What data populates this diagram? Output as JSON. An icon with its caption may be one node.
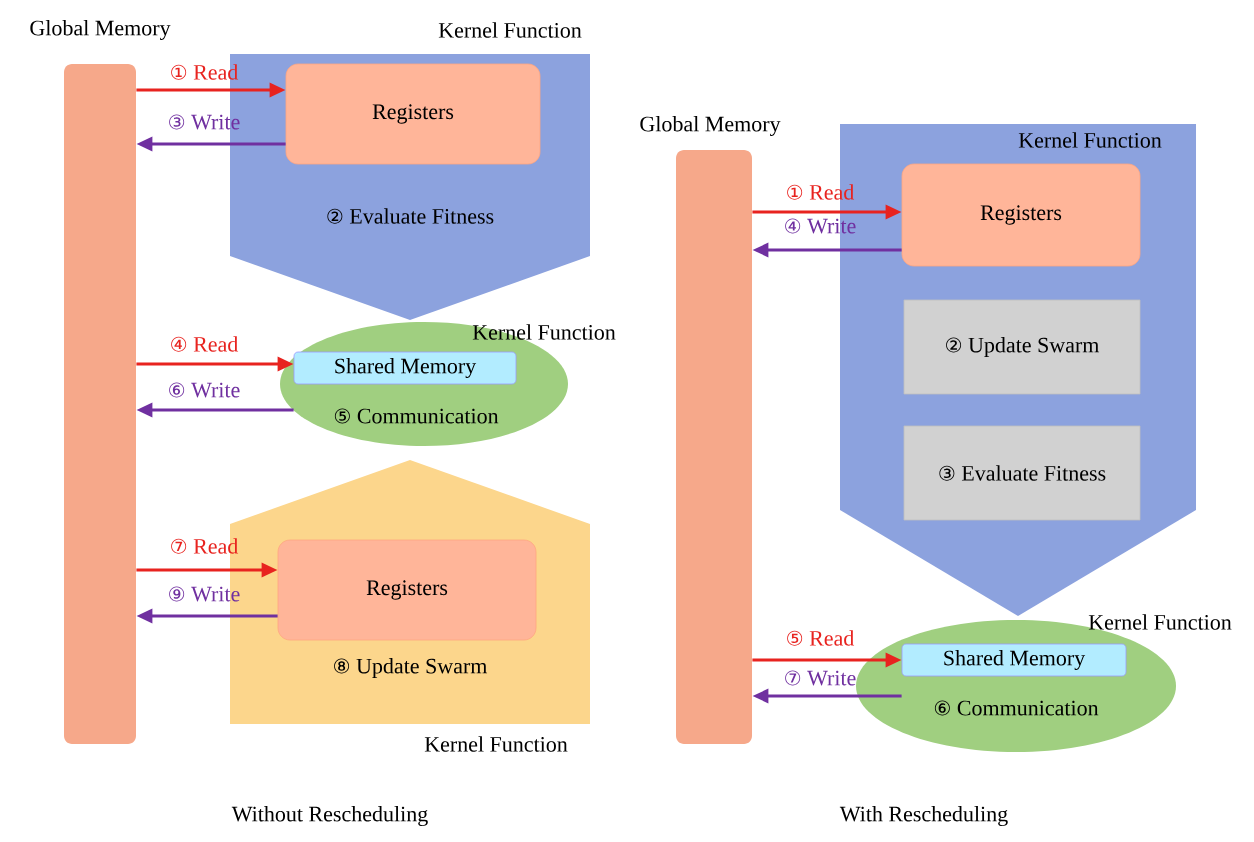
{
  "diagram": {
    "nodes": [
      {
        "text": [],
        "shape": "bar",
        "beside": [
          "Global Memory"
        ]
      },
      {
        "text": [
          "Kernel Function",
          "② Evaluate Fitness"
        ]
      },
      {
        "text": [
          "Registers"
        ],
        "in": 1
      },
      {
        "text": [
          "Kernel Function",
          "⑤ Communication"
        ]
      },
      {
        "text": [
          "Shared Memory"
        ],
        "in": 3
      },
      {
        "text": [
          "⑧ Update Swarm",
          "Kernel Function"
        ]
      },
      {
        "text": [
          "Registers"
        ],
        "in": 5
      },
      {
        "text": [],
        "shape": "bar",
        "beside": [
          "Global Memory"
        ]
      },
      {
        "text": [
          "Kernel Function"
        ]
      },
      {
        "text": [
          "Registers"
        ],
        "in": 8
      },
      {
        "text": [
          "② Update Swarm"
        ],
        "in": 8
      },
      {
        "text": [
          "③ Evaluate Fitness"
        ],
        "in": 8
      },
      {
        "text": [
          "Kernel Function",
          "⑥ Communication"
        ]
      },
      {
        "text": [
          "Shared Memory"
        ],
        "in": 12
      }
    ],
    "edges": [
      {
        "from": 0,
        "to": 2,
        "arrow": "to",
        "label": "① Read",
        "color": "#e8231f"
      },
      {
        "from": 2,
        "to": 0,
        "arrow": "to",
        "label": "③ Write",
        "color": "#7030a0"
      },
      {
        "from": 0,
        "to": 4,
        "arrow": "to",
        "label": "④ Read",
        "color": "#e8231f"
      },
      {
        "from": 4,
        "to": 0,
        "arrow": "to",
        "label": "⑥ Write",
        "color": "#7030a0"
      },
      {
        "from": 0,
        "to": 6,
        "arrow": "to",
        "label": "⑦ Read",
        "color": "#e8231f"
      },
      {
        "from": 6,
        "to": 0,
        "arrow": "to",
        "label": "⑨ Write",
        "color": "#7030a0"
      },
      {
        "from": 7,
        "to": 9,
        "arrow": "to",
        "label": "① Read",
        "color": "#e8231f"
      },
      {
        "from": 9,
        "to": 7,
        "arrow": "to",
        "label": "④ Write",
        "color": "#7030a0"
      },
      {
        "from": 7,
        "to": 13,
        "arrow": "to",
        "label": "⑤ Read",
        "color": "#e8231f"
      },
      {
        "from": 13,
        "to": 7,
        "arrow": "to",
        "label": "⑦ Write",
        "color": "#7030a0"
      }
    ],
    "labels": [
      "Without Rescheduling",
      "With Rescheduling"
    ]
  }
}
